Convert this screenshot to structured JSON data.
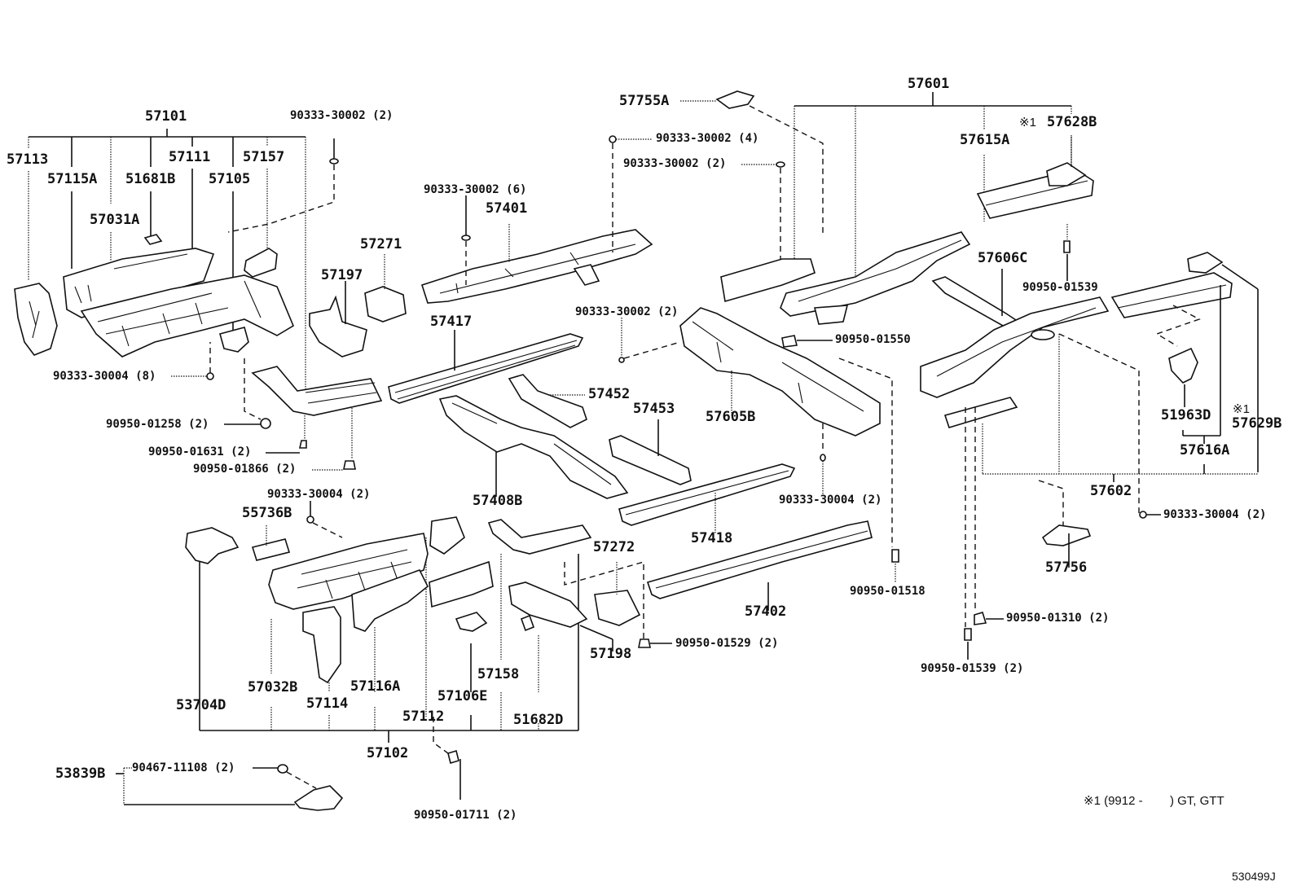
{
  "diagram": {
    "title": "Floor pan & lower back panel parts diagram",
    "figure_code": "530499J",
    "footnote": {
      "marker": "※1",
      "text": "(9912 -        ) GT, GTT"
    },
    "groups": {
      "front_upper": {
        "assembly": "57101",
        "members": [
          "57113",
          "57115A",
          "57031A",
          "51681B",
          "57111",
          "57105",
          "57157"
        ]
      },
      "front_lower": {
        "assembly": "57102",
        "members": [
          "53704D",
          "57032B",
          "57114",
          "57116A",
          "57112",
          "57106E",
          "57158",
          "51682D"
        ]
      },
      "rear_upper": {
        "assembly": "57601",
        "members": [
          "57615A",
          "57628B"
        ]
      },
      "rear_lower": {
        "assembly": "57602",
        "members": [
          "57606C",
          "51963D",
          "57616A",
          "57629B"
        ]
      },
      "duct": {
        "assembly": "53839B",
        "members": [
          "90467-11108 (2)"
        ]
      }
    },
    "labels": {
      "p57101": "57101",
      "p57113": "57113",
      "p57115A": "57115A",
      "p51681B": "51681B",
      "p57111": "57111",
      "p57157": "57157",
      "p57105": "57105",
      "p57031A": "57031A",
      "f90333_30002_2a": "90333-30002 (2)",
      "p57271": "57271",
      "p57197": "57197",
      "f90333_30004_8": "90333-30004 (8)",
      "f90950_01258": "90950-01258 (2)",
      "f90950_01631": "90950-01631 (2)",
      "f90950_01866": "90950-01866 (2)",
      "f90333_30004_2a": "90333-30004 (2)",
      "p55736B": "55736B",
      "p53704D": "53704D",
      "p57032B": "57032B",
      "p57114": "57114",
      "p57116A": "57116A",
      "p57112": "57112",
      "p57106E": "57106E",
      "p57158": "57158",
      "p51682D": "51682D",
      "p57102": "57102",
      "p53839B": "53839B",
      "f90467_11108": "90467-11108 (2)",
      "f90950_01711": "90950-01711 (2)",
      "f90333_30002_6": "90333-30002 (6)",
      "p57401": "57401",
      "p57417": "57417",
      "p57452": "57452",
      "p57453": "57453",
      "p57408B": "57408B",
      "p57272": "57272",
      "p57198": "57198",
      "f90950_01529": "90950-01529 (2)",
      "p57418": "57418",
      "p57402": "57402",
      "p57755A": "57755A",
      "f90333_30002_4": "90333-30002 (4)",
      "f90333_30002_2b": "90333-30002 (2)",
      "f90333_30002_2c": "90333-30002 (2)",
      "p57605B": "57605B",
      "f90950_01550": "90950-01550",
      "f90333_30004_2b": "90333-30004 (2)",
      "f90950_01518": "90950-01518",
      "p57601": "57601",
      "p57615A": "57615A",
      "m57628B": "※1",
      "p57628B": "57628B",
      "f90950_01539a": "90950-01539",
      "p57606C": "57606C",
      "p51963D": "51963D",
      "m57629B": "※1",
      "p57629B": "57629B",
      "p57616A": "57616A",
      "p57602": "57602",
      "f90333_30004_2c": "90333-30004 (2)",
      "p57756": "57756",
      "f90950_01310": "90950-01310 (2)",
      "f90950_01539b": "90950-01539 (2)"
    }
  }
}
